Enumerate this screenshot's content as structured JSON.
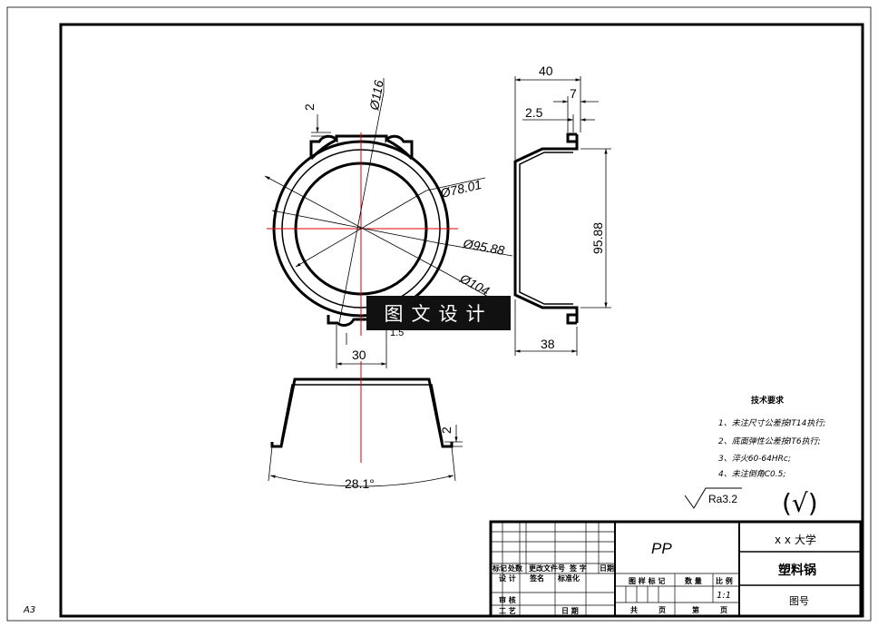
{
  "sheet": {
    "size_label": "A3"
  },
  "front_view": {
    "dims": {
      "d116": "Ø116",
      "d78": "Ø78.01",
      "d95": "Ø95.88",
      "d104": "Ø104",
      "t2": "2",
      "w30": "30",
      "s15": "1.5"
    }
  },
  "side_view": {
    "dims": {
      "w40": "40",
      "w7": "7",
      "w25": "2.5",
      "h95": "95.88",
      "w38": "38"
    }
  },
  "bottom_view": {
    "dims": {
      "angle": "28.1°",
      "t2": "2"
    }
  },
  "tech_req": {
    "title": "技术要求",
    "items": [
      "1、未注尺寸公差按IT14执行;",
      "2、底面弹性公差按IT6执行;",
      "3、淬火60-64HRc;",
      "4、未注倒角C0.5;"
    ]
  },
  "roughness": {
    "label": "Ra3.2",
    "general_mark": "(√)"
  },
  "watermark": {
    "text": "图文设计"
  },
  "title_block": {
    "material": "PP",
    "school": "x x 大学",
    "part_name": "塑料锅",
    "drawing_no_label": "图号",
    "scale": "1:1",
    "rev_headers": [
      "标记",
      "处数",
      "更改文件号",
      "签 字",
      "日期"
    ],
    "role_labels": [
      "设 计",
      "审 核",
      "工 艺"
    ],
    "sign_label": "签名",
    "std_label": "标准化",
    "date_label": "日 期",
    "stage_label": "图 样 标 记",
    "weight_label": "数 量",
    "scale_label": "比 例",
    "sheet_total_label": "共",
    "sheet_unit_label": "页",
    "sheet_no_label": "第",
    "sheet_no_unit": "页"
  }
}
